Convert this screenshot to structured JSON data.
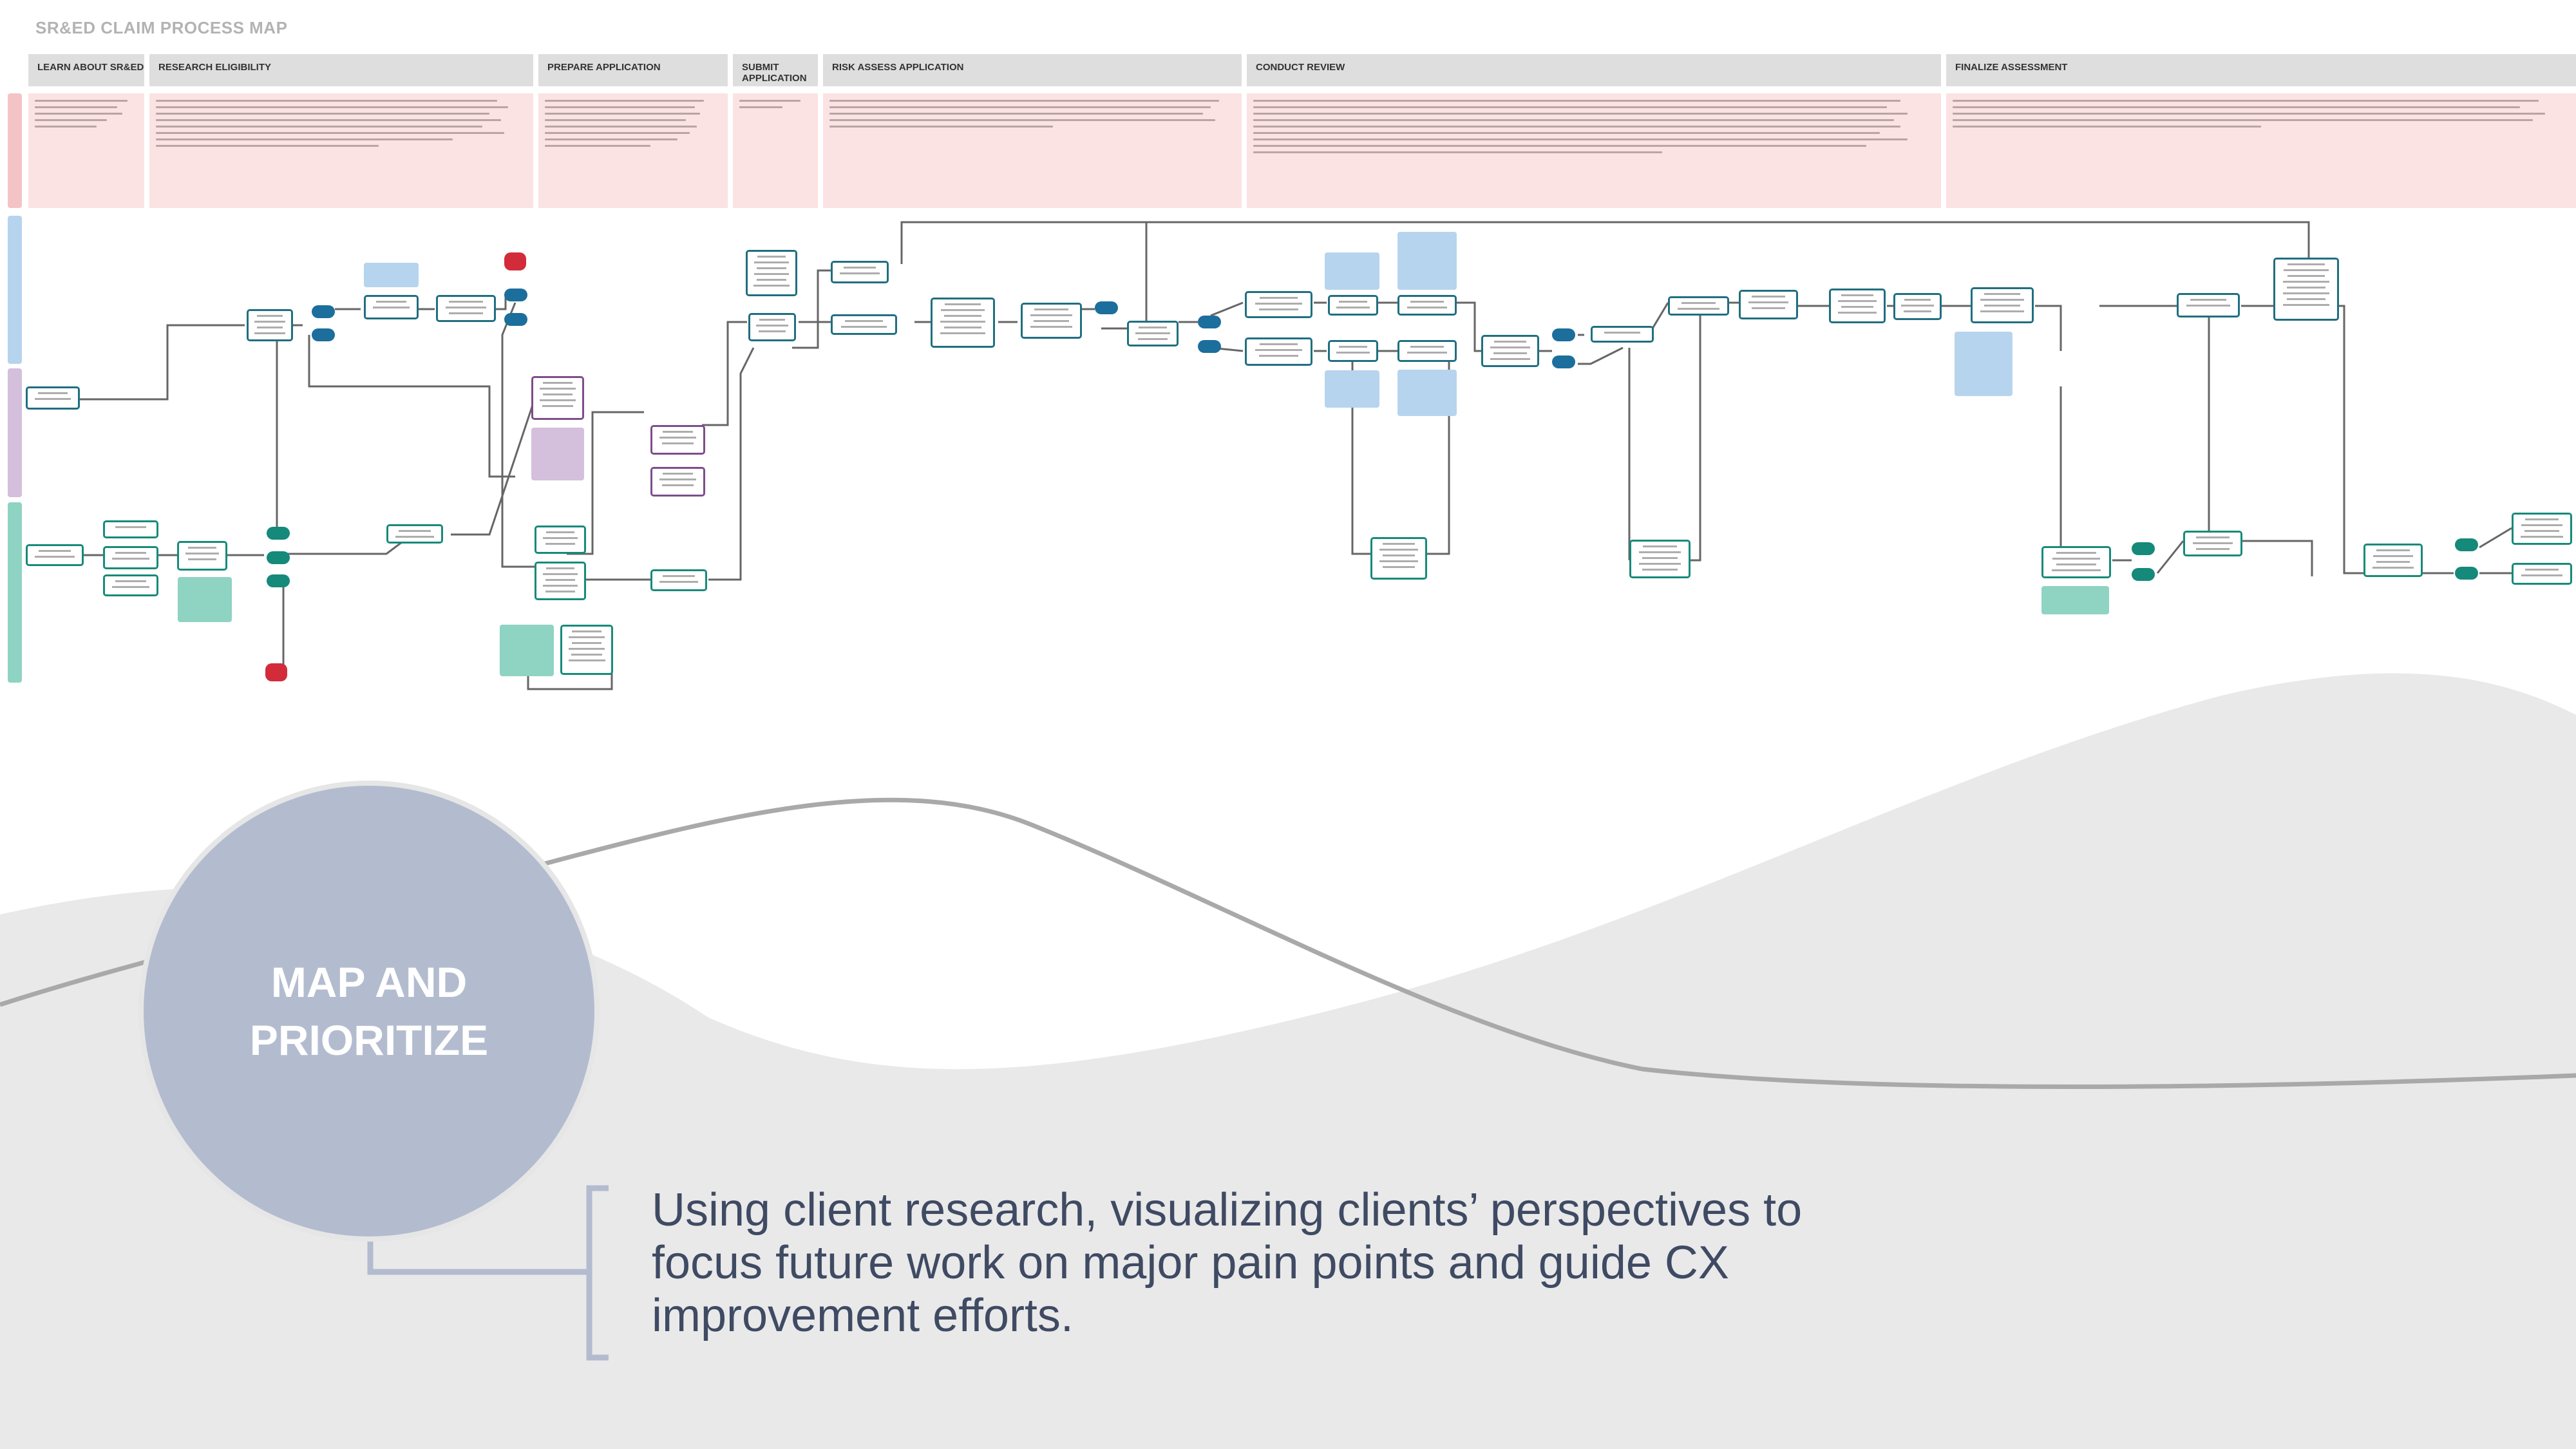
{
  "title": "SR&ED CLAIM PROCESS MAP",
  "phases": [
    {
      "label": "LEARN ABOUT SR&ED"
    },
    {
      "label": "RESEARCH ELIGIBILITY"
    },
    {
      "label": "PREPARE APPLICATION"
    },
    {
      "label": "SUBMIT APPLICATION"
    },
    {
      "label": "RISK ASSESS APPLICATION"
    },
    {
      "label": "CONDUCT REVIEW"
    },
    {
      "label": "FINALIZE ASSESSMENT"
    }
  ],
  "section": {
    "label": "MAP AND PRIORITIZE"
  },
  "description": "Using client research, visualizing clients’ perspectives to focus future work on major pain points and guide CX improvement efforts.",
  "colors": {
    "pain_row": "#fbe2e3",
    "lane_cra": "#b6d4ee",
    "lane_preparer": "#d4bfdc",
    "lane_claimant": "#8fd3c3",
    "node_cra": "#1f6f80",
    "node_preparer": "#7e4d8b",
    "node_claimant": "#178a7a",
    "decision": "#1c6e9c",
    "end_state": "#d22c3a",
    "circle": "#b3bccf",
    "text": "#3f4a63"
  }
}
